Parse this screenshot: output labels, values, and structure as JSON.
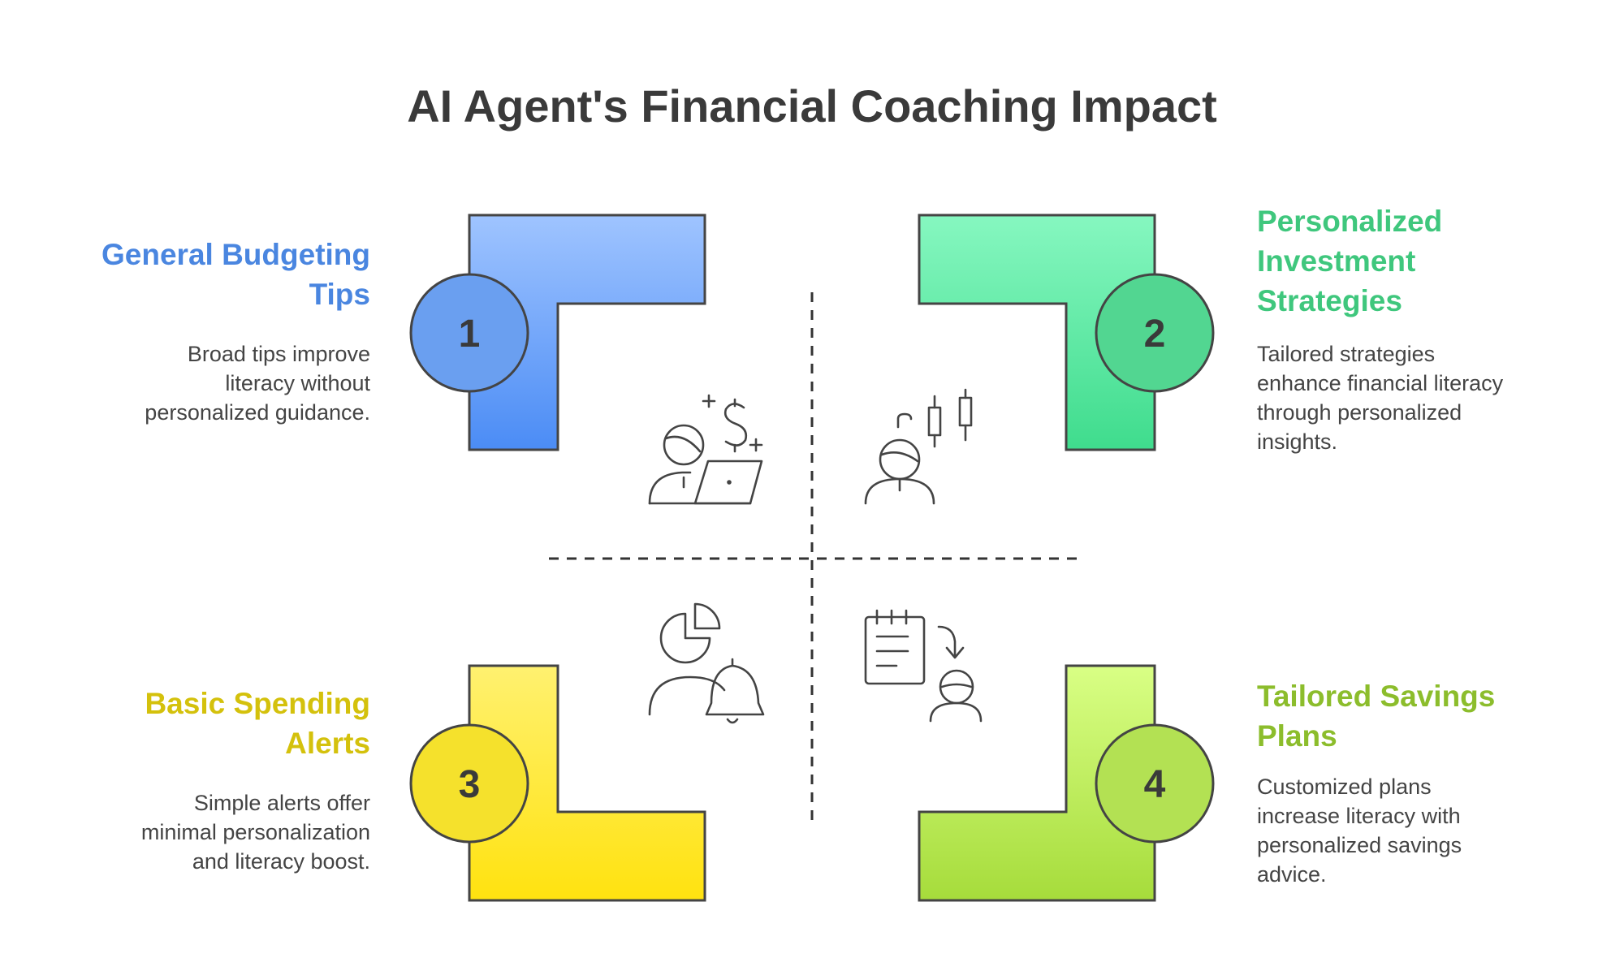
{
  "title": "AI Agent's Financial Coaching Impact",
  "colors": {
    "blue": "#4a86e0",
    "green": "#3fc77d",
    "yellow": "#d4c10c",
    "lime": "#8cbd2c",
    "outline": "#444444"
  },
  "quadrants": [
    {
      "number": "1",
      "title_lines": [
        "General Budgeting",
        "Tips"
      ],
      "desc_lines": [
        "Broad tips improve",
        "literacy without",
        "personalized guidance."
      ],
      "icon": "person-laptop-money-icon"
    },
    {
      "number": "2",
      "title_lines": [
        "Personalized",
        "Investment",
        "Strategies"
      ],
      "desc_lines": [
        "Tailored strategies",
        "enhance financial literacy",
        "through personalized",
        "insights."
      ],
      "icon": "person-candlestick-chart-icon"
    },
    {
      "number": "3",
      "title_lines": [
        "Basic Spending",
        "Alerts"
      ],
      "desc_lines": [
        "Simple alerts offer",
        "minimal personalization",
        "and literacy boost."
      ],
      "icon": "person-pie-chart-bell-icon"
    },
    {
      "number": "4",
      "title_lines": [
        "Tailored Savings",
        "Plans"
      ],
      "desc_lines": [
        "Customized plans",
        "increase literacy with",
        "personalized savings",
        "advice."
      ],
      "icon": "person-clipboard-plan-icon"
    }
  ]
}
